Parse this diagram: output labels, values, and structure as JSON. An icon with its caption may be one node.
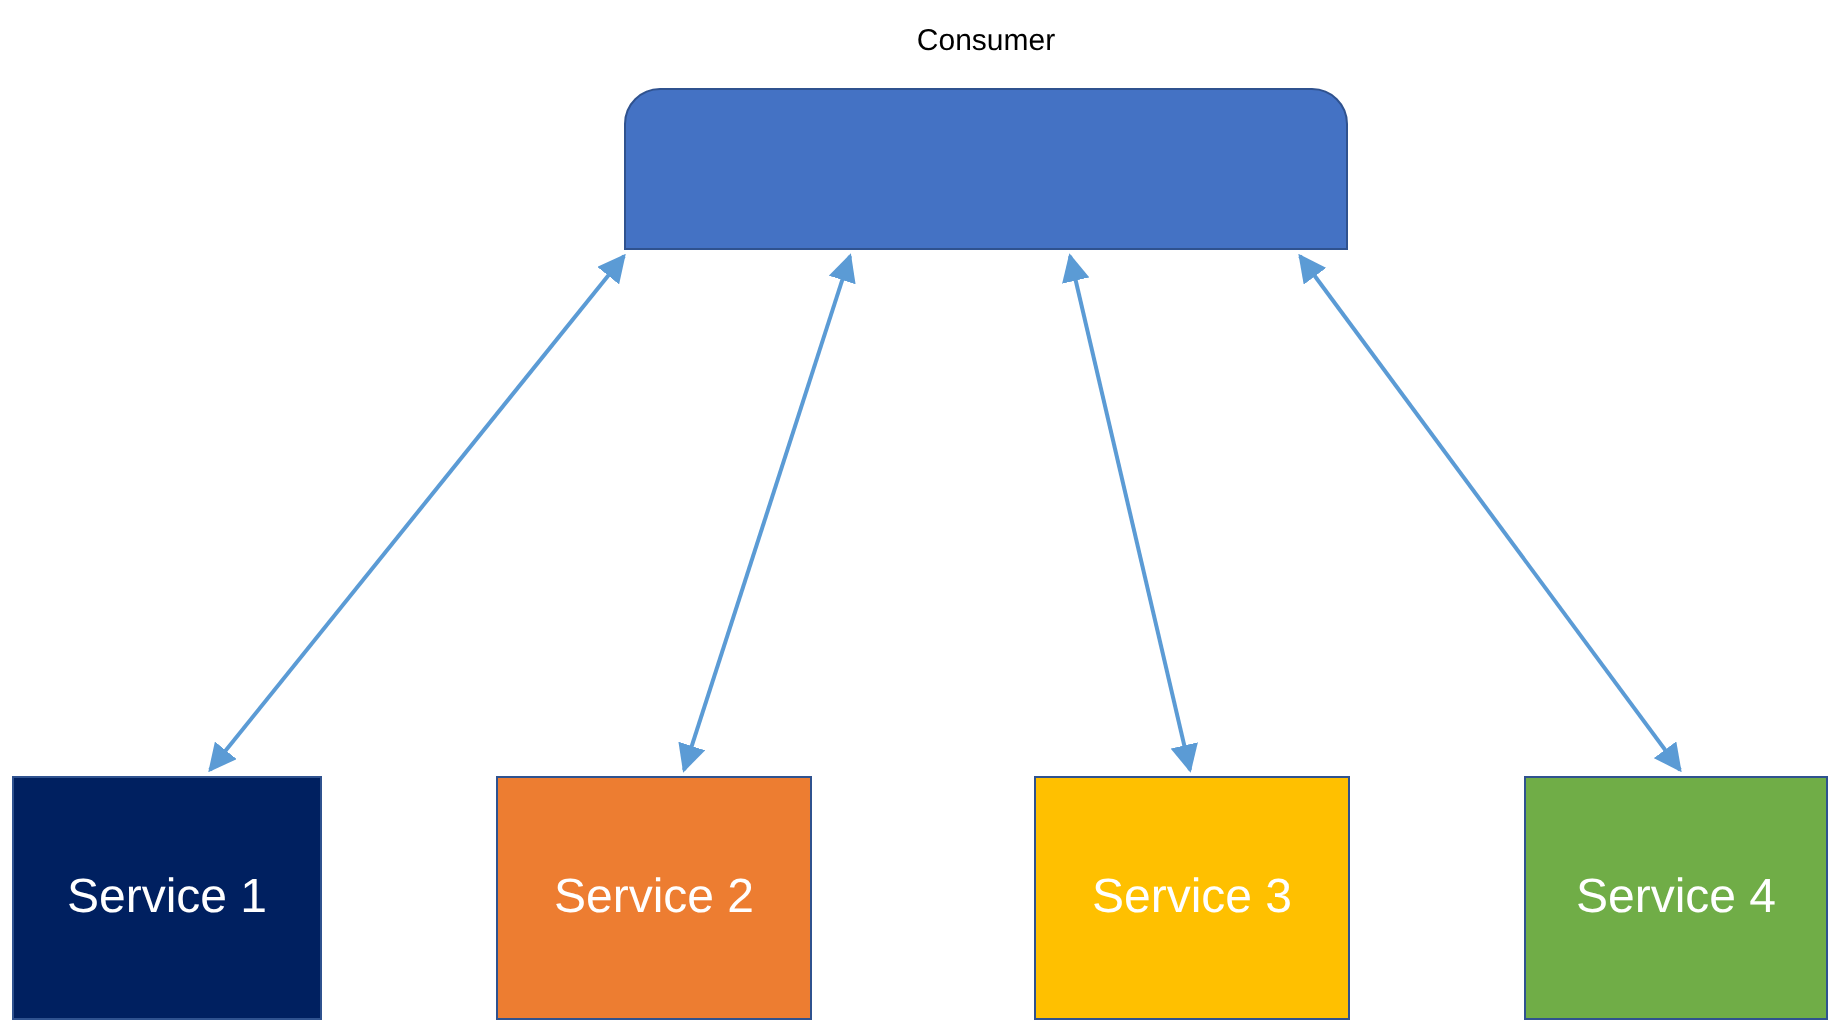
{
  "diagram": {
    "nodes": [
      {
        "text": [
          "Consumer"
        ]
      },
      {
        "text": [
          "Service 1"
        ]
      },
      {
        "text": [
          "Service 2"
        ]
      },
      {
        "text": [
          "Service 3"
        ]
      },
      {
        "text": [
          "Service 4"
        ]
      }
    ],
    "edges": [
      {
        "from": 1,
        "to": 0,
        "arrow": "both"
      },
      {
        "from": 2,
        "to": 0,
        "arrow": "both"
      },
      {
        "from": 3,
        "to": 0,
        "arrow": "both"
      },
      {
        "from": 4,
        "to": 0,
        "arrow": "both"
      }
    ]
  }
}
